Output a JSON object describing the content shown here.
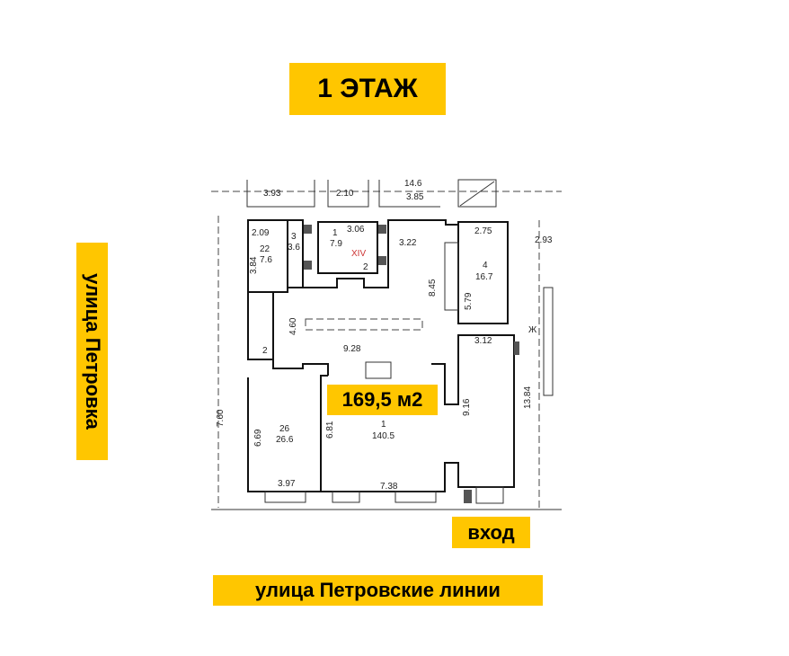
{
  "title": "1 ЭТАЖ",
  "streets": {
    "left": "улица Петровка",
    "bottom": "улица Петровские линии"
  },
  "entrance": "вход",
  "total_area": "169,5 м2",
  "colors": {
    "label_bg": "#FFC600"
  },
  "plan": {
    "dimensions": [
      "3.93",
      "2.10",
      "14.6",
      "3.85",
      "2.09",
      "3.06",
      "3.22",
      "2.75",
      "2.93",
      "3.84",
      "8.45",
      "5.79",
      "4.60",
      "9.28",
      "3.12",
      "9.16",
      "13.84",
      "7.60",
      "6.69",
      "6.81",
      "3.97",
      "7.38"
    ],
    "rooms": [
      {
        "number": "22",
        "area": "7.6"
      },
      {
        "number": "3",
        "area": "3.6"
      },
      {
        "number": "1",
        "area": "7.9"
      },
      {
        "number": "4",
        "area": "16.7"
      },
      {
        "number": "26",
        "area": "26.6"
      },
      {
        "number": "1",
        "area": "140.5"
      }
    ],
    "marks": [
      "XIV",
      "2",
      "Ж",
      "2"
    ]
  }
}
